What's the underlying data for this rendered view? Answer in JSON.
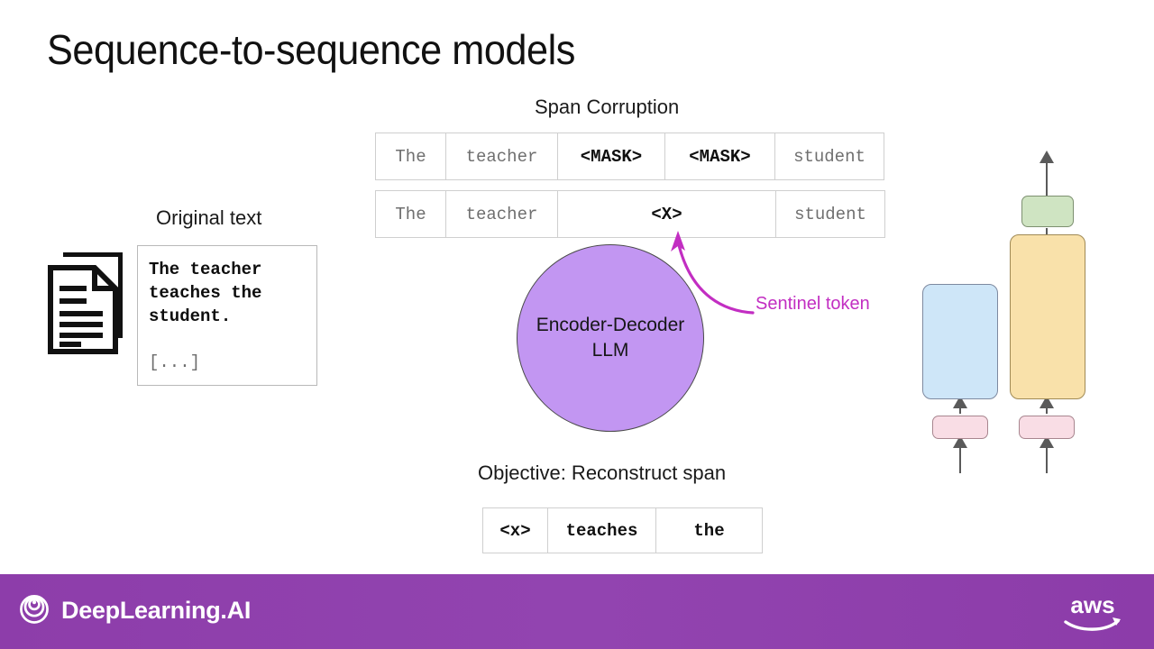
{
  "slide": {
    "title": "Sequence-to-sequence models",
    "background_color": "#ffffff"
  },
  "original_text": {
    "label": "Original text",
    "icon": "documents-icon",
    "body": "The teacher\nteaches the\nstudent.",
    "ellipsis": "[...]"
  },
  "span_corruption": {
    "label": "Span Corruption",
    "corrupted_row": [
      {
        "text": "The",
        "emphasis": false
      },
      {
        "text": "teacher",
        "emphasis": false
      },
      {
        "text": "<MASK>",
        "emphasis": true
      },
      {
        "text": "<MASK>",
        "emphasis": true
      },
      {
        "text": "student",
        "emphasis": false
      }
    ],
    "sentinel_row": [
      {
        "text": "The",
        "emphasis": false
      },
      {
        "text": "teacher",
        "emphasis": false
      },
      {
        "text": "<X>",
        "emphasis": true
      },
      {
        "text": "student",
        "emphasis": false
      }
    ]
  },
  "model": {
    "circle_line1": "Encoder-Decoder",
    "circle_line2": "LLM",
    "circle_color": "#c296f2"
  },
  "annotation": {
    "sentinel_label": "Sentinel token",
    "sentinel_color": "#c22ec2",
    "arrow": "curved-arrow-icon"
  },
  "objective": {
    "label": "Objective: Reconstruct span",
    "target_row": [
      {
        "text": "<x>",
        "emphasis": true
      },
      {
        "text": "teaches",
        "emphasis": true
      },
      {
        "text": "the",
        "emphasis": true
      }
    ]
  },
  "architecture": {
    "encoder_block_color": "#cee6f8",
    "decoder_block_color": "#f9e1aa",
    "output_block_color": "#cfe4c2",
    "embedding_block_color": "#f9dde5"
  },
  "footer": {
    "brand": "DeepLearning.AI",
    "brand_mark": "deeplearning-spiral-icon",
    "partner": "aws",
    "partner_mark": "aws-smile-icon",
    "background_color": "#8e3eab"
  }
}
